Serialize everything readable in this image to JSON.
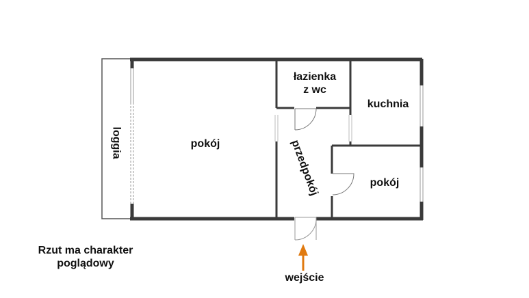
{
  "rooms": {
    "loggia": "loggia",
    "living_room": "pokój",
    "bathroom_line1": "łazienka",
    "bathroom_line2": "z wc",
    "kitchen": "kuchnia",
    "hallway": "przedpokój",
    "bedroom": "pokój"
  },
  "entrance": "wejście",
  "note_line1": "Rzut ma charakter",
  "note_line2": "poglądowy",
  "colors": {
    "wall": "#3a3a3a",
    "arrow": "#e07a10"
  }
}
